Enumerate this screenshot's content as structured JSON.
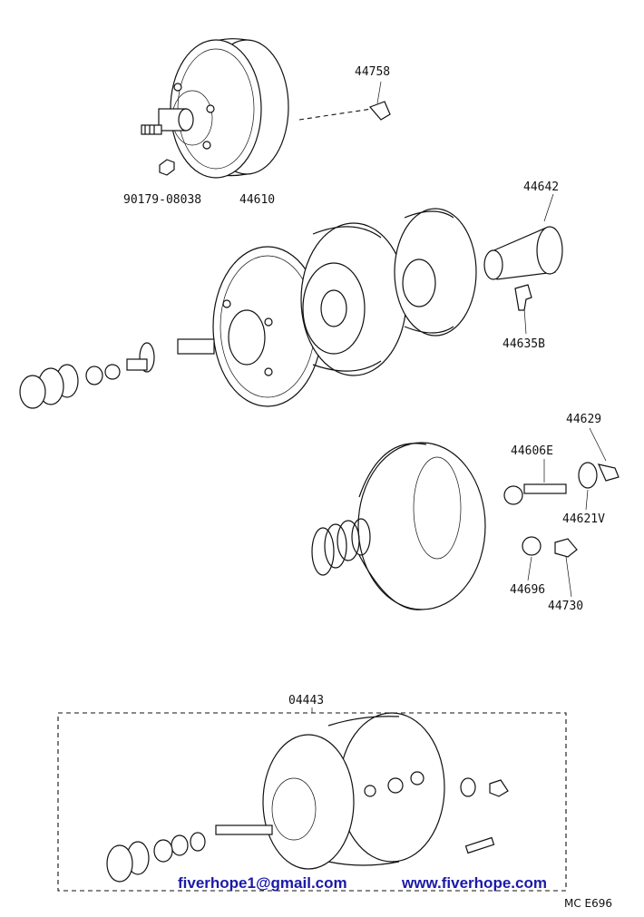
{
  "parts": {
    "p44758": "44758",
    "p90179": "90179-08038",
    "p44610": "44610",
    "p44642": "44642",
    "p44635B": "44635B",
    "p44629": "44629",
    "p44606E": "44606E",
    "p44621V": "44621V",
    "p44696": "44696",
    "p44730": "44730",
    "p04443": "04443"
  },
  "watermark": {
    "email": "fiverhope1@gmail.com",
    "website": "www.fiverhope.com"
  },
  "diagram_code": "MC E696"
}
